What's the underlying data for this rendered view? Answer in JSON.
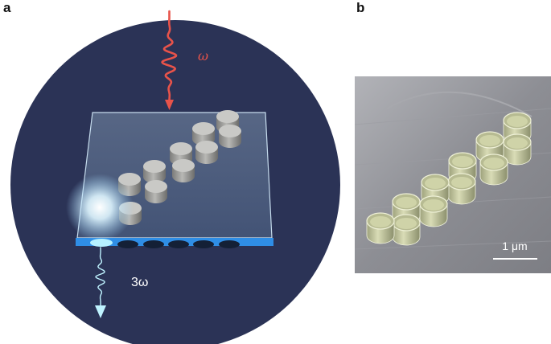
{
  "panel_a": {
    "label": "a",
    "input_freq_label": "ω",
    "output_freq_label": "3ω",
    "colors": {
      "background_disk": "#2b3356",
      "input_wave": "#e8534a",
      "output_wave": "#bff3ff",
      "substrate_edge": "#2f8ee6",
      "pillar": "#a9a9a6"
    }
  },
  "panel_b": {
    "label": "b",
    "scale_bar_label": "1 μm",
    "colors": {
      "background": "#8f9096",
      "pillar": "#cfd3a8"
    }
  }
}
